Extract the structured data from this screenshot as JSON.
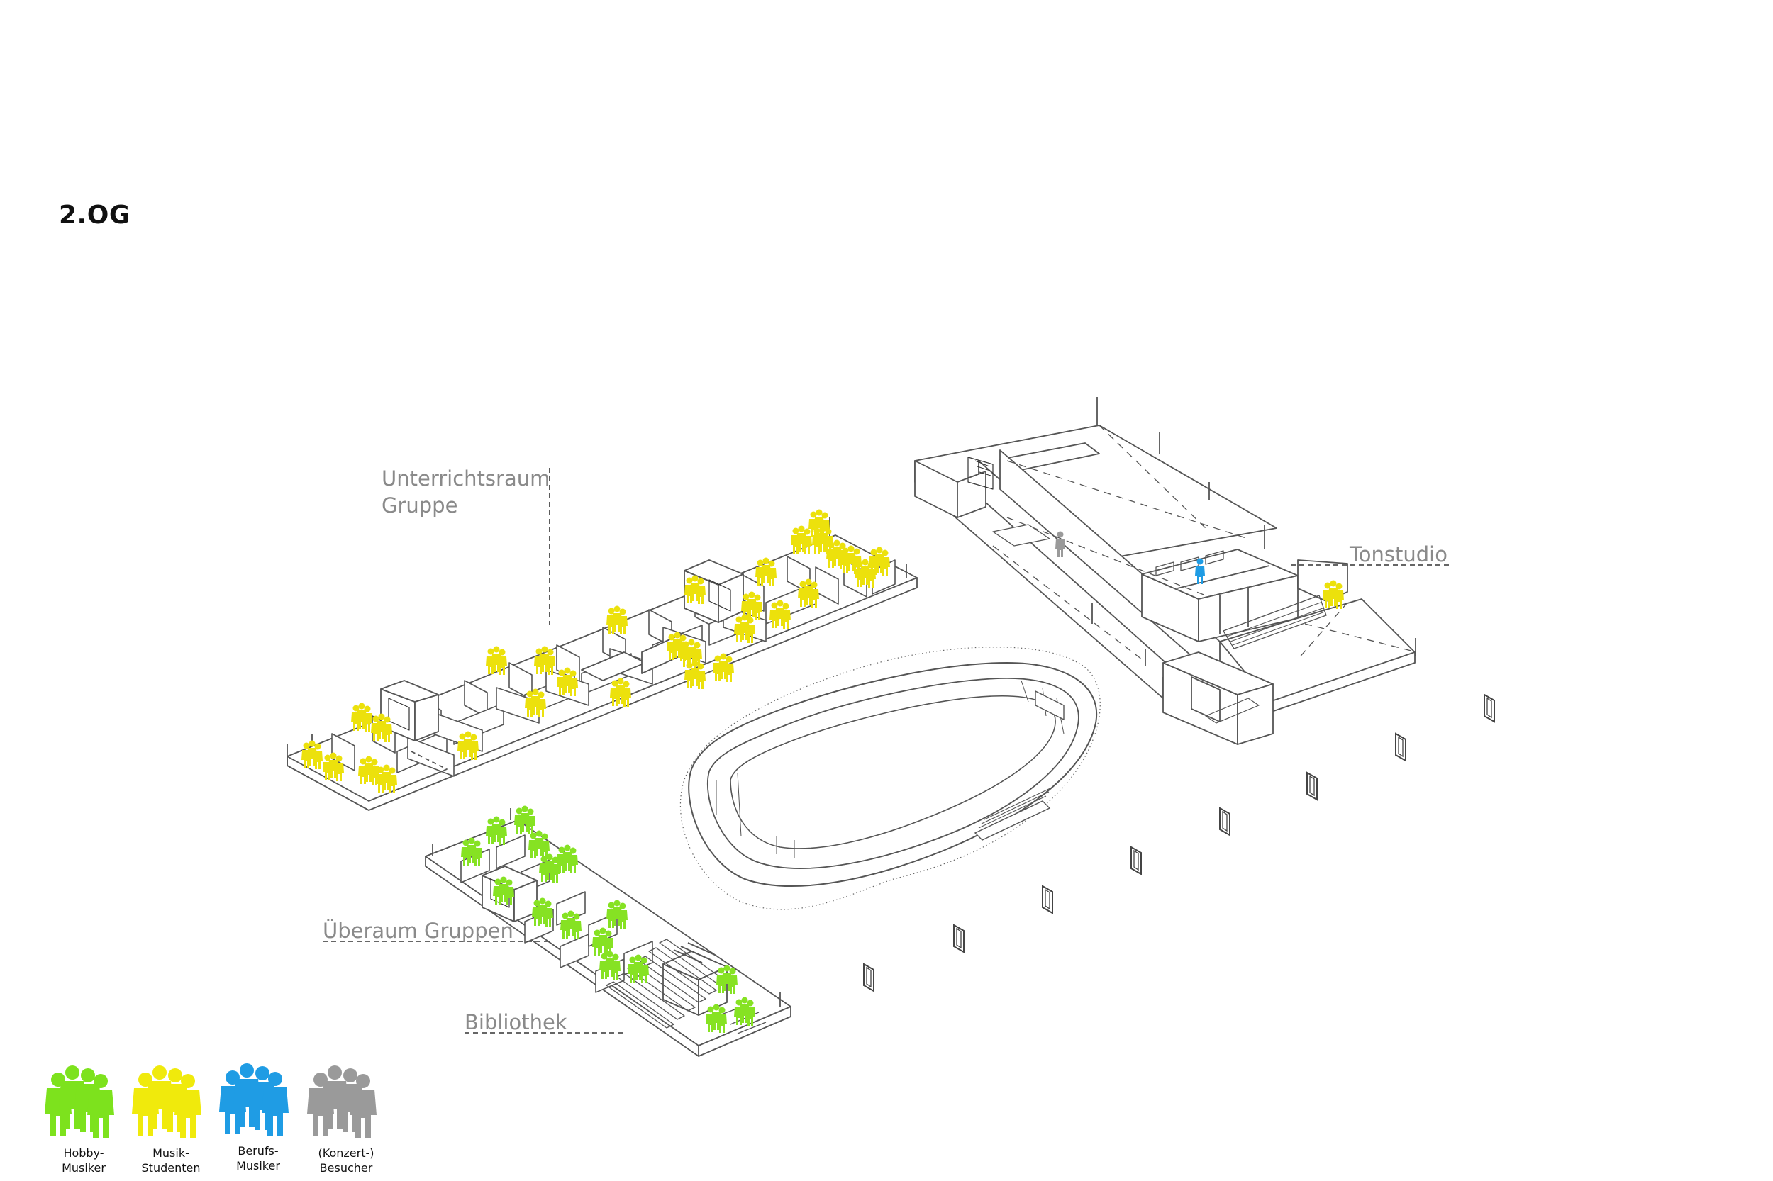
{
  "title": "2.OG",
  "labels": {
    "unterricht_1": "Unterrichtsraum",
    "unterricht_2": "Gruppe",
    "tonstudio": "Tonstudio",
    "ueberaum": "Überaum Gruppen",
    "bibliothek": "Bibliothek"
  },
  "legend": [
    {
      "line1": "Hobby-",
      "line2": "Musiker",
      "color": "#7de21d"
    },
    {
      "line1": "Musik-",
      "line2": "Studenten",
      "color": "#f0ea0c"
    },
    {
      "line1": "Berufs-",
      "line2": "Musiker",
      "color": "#1f9ce4"
    },
    {
      "line1": "(Konzert-)",
      "line2": "Besucher",
      "color": "#9a9a9a"
    }
  ],
  "colors": {
    "line": "#555555",
    "label": "#8a8a8a"
  }
}
